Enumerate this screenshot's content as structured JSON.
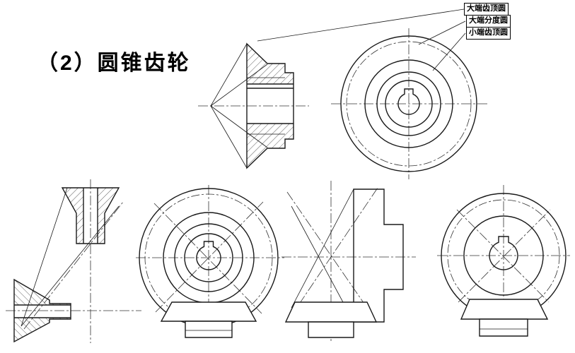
{
  "title": "（2）圆锥齿轮",
  "annotations": {
    "large_end_addendum_circle": "大端齿顶圆",
    "large_end_pitch_circle": "大端分度圆",
    "small_end_addendum_circle": "小端齿顶圆"
  },
  "colors": {
    "line": "#1a1a1a",
    "background": "#ffffff"
  }
}
